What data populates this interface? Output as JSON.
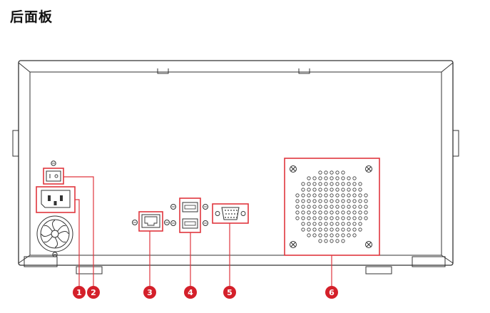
{
  "title": "后面板",
  "callouts": [
    {
      "number": "1",
      "target": "power-socket"
    },
    {
      "number": "2",
      "target": "power-switch"
    },
    {
      "number": "3",
      "target": "ethernet-port"
    },
    {
      "number": "4",
      "target": "usb-ports"
    },
    {
      "number": "5",
      "target": "vga-port"
    },
    {
      "number": "6",
      "target": "fan-vent"
    }
  ],
  "colors": {
    "highlight": "#e0363e",
    "callout_fill": "#d4202a",
    "line": "#333333",
    "text": "#111111"
  }
}
